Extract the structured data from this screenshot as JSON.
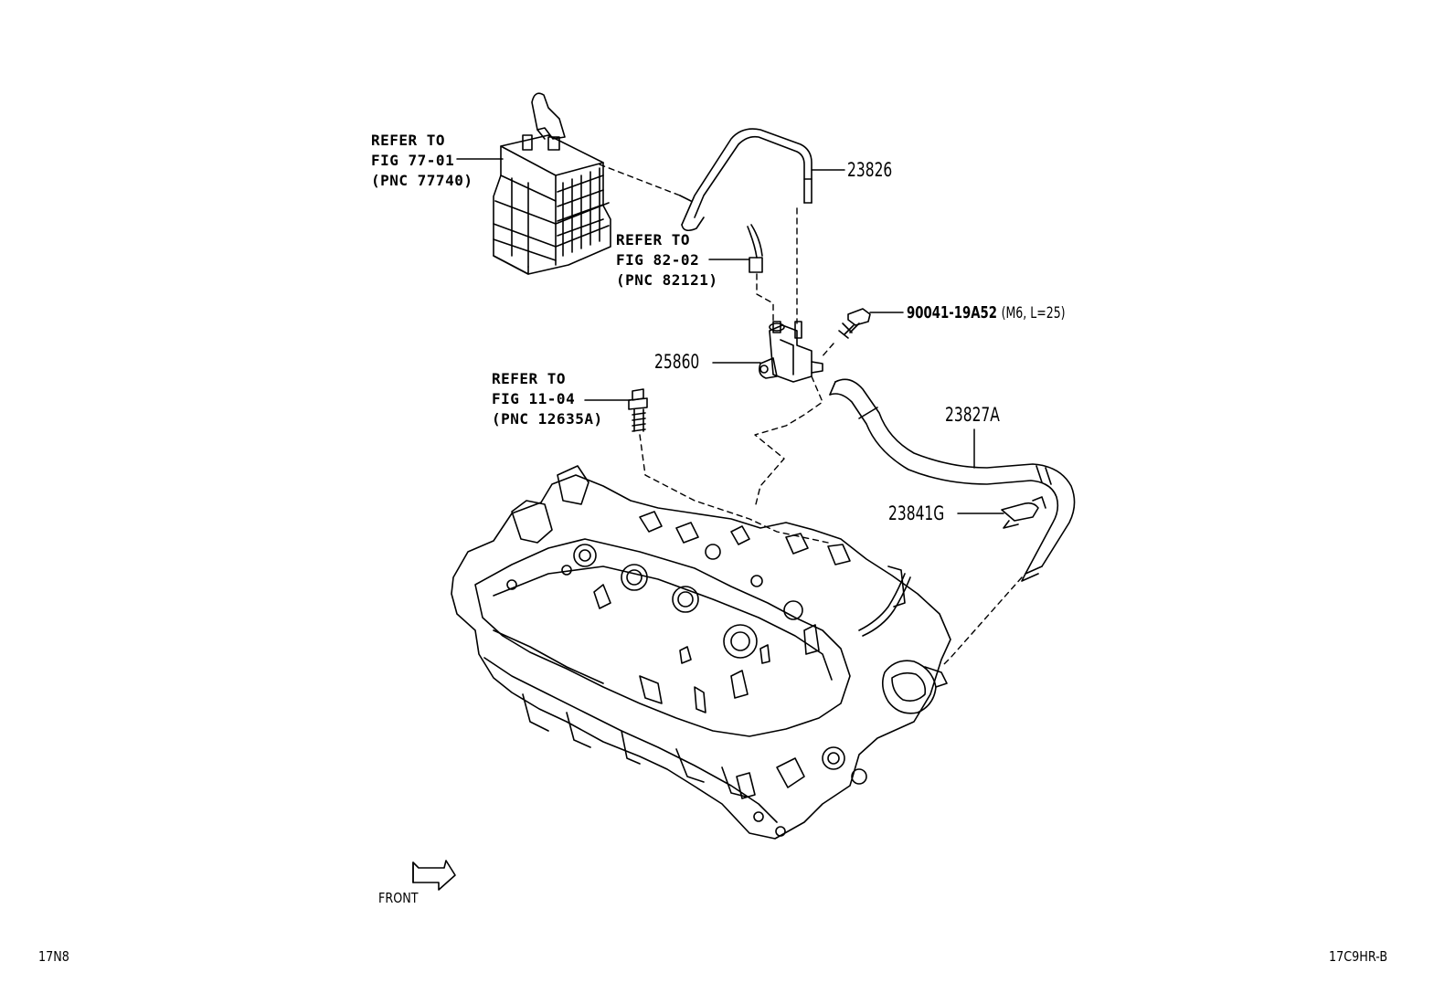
{
  "refs": {
    "canister": {
      "line1": "REFER TO",
      "line2": "FIG 77-01",
      "line3": "(PNC 77740)"
    },
    "sensor": {
      "line1": "REFER TO",
      "line2": "FIG 82-02",
      "line3": "(PNC 82121)"
    },
    "stud": {
      "line1": "REFER TO",
      "line2": "FIG 11-04",
      "line3": "(PNC 12635A)"
    }
  },
  "parts": {
    "hose_upper": "23826",
    "vsv": "25860",
    "bolt": "90041-19A52",
    "bolt_spec": "(M6, L=25)",
    "hose_lower": "23827A",
    "clamp": "23841G"
  },
  "front_label": "FRONT",
  "footer": {
    "left_code": "17N8",
    "right_code": "17C9HR-B"
  },
  "colors": {
    "line": "#000000",
    "background": "#ffffff"
  }
}
